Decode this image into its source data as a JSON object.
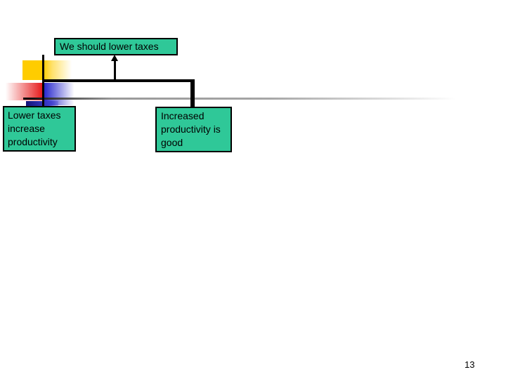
{
  "page": {
    "number": "13"
  },
  "diagram": {
    "conclusion": {
      "label": "We should lower taxes"
    },
    "premises": [
      {
        "label": "Lower taxes increase productivity"
      },
      {
        "label": "Increased productivity is good"
      }
    ]
  },
  "colors": {
    "box_fill": "#2fc898",
    "box_border": "#000000",
    "connector": "#000000",
    "accent_yellow": "#ffcc00",
    "accent_red": "#e51414",
    "accent_blue": "#2424cc",
    "accent_navy": "#141478",
    "divider_gray": "#999999"
  }
}
